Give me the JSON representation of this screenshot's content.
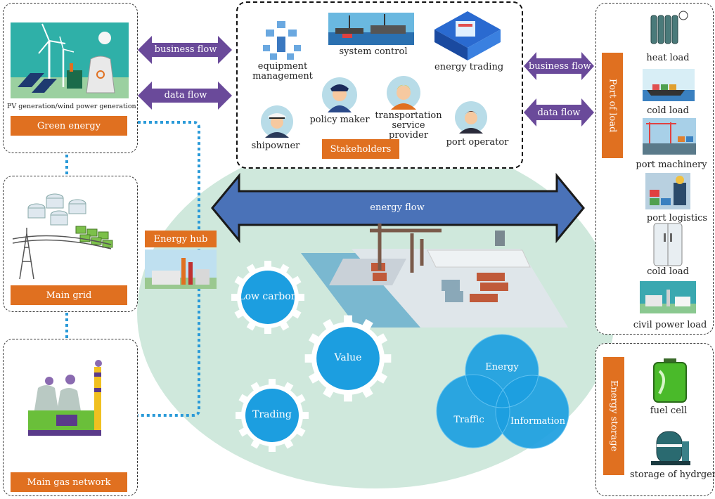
{
  "left": {
    "green_energy_caption": "PV generation/wind power generation",
    "green_energy_label": "Green energy",
    "main_grid_label": "Main grid",
    "main_gas_label": "Main gas network",
    "energy_hub_label": "Energy hub"
  },
  "flows": {
    "business_flow": "business flow",
    "data_flow": "data flow",
    "energy_flow": "energy flow"
  },
  "stakeholders": {
    "title": "Stakeholders",
    "items": {
      "equipment_management": "equipment management",
      "system_control": "system control",
      "energy_trading": "energy trading",
      "policy_maker": "policy maker",
      "transportation_service_provider": "transportation service provider",
      "shipowner": "shipowner",
      "port_operator": "port operator"
    }
  },
  "port_of_load": {
    "title": "Port of load",
    "items": [
      "heat load",
      "cold load",
      "port machinery",
      "port logistics",
      "cold load",
      "civil power load"
    ]
  },
  "energy_storage": {
    "title": "Energy storage",
    "items": [
      "fuel cell",
      "storage of hydrgen"
    ]
  },
  "gears": [
    "Low carbon",
    "Value",
    "Trading"
  ],
  "venn": [
    "Energy",
    "Traffic",
    "Information"
  ],
  "colors": {
    "orange": "#e07020",
    "purple": "#6a4a9a",
    "energy_blue": "#4a72b8",
    "gear_blue": "#1c9ee0",
    "ellipse_green": "#cfe8dc",
    "dotted_blue": "#2a9ad8"
  }
}
